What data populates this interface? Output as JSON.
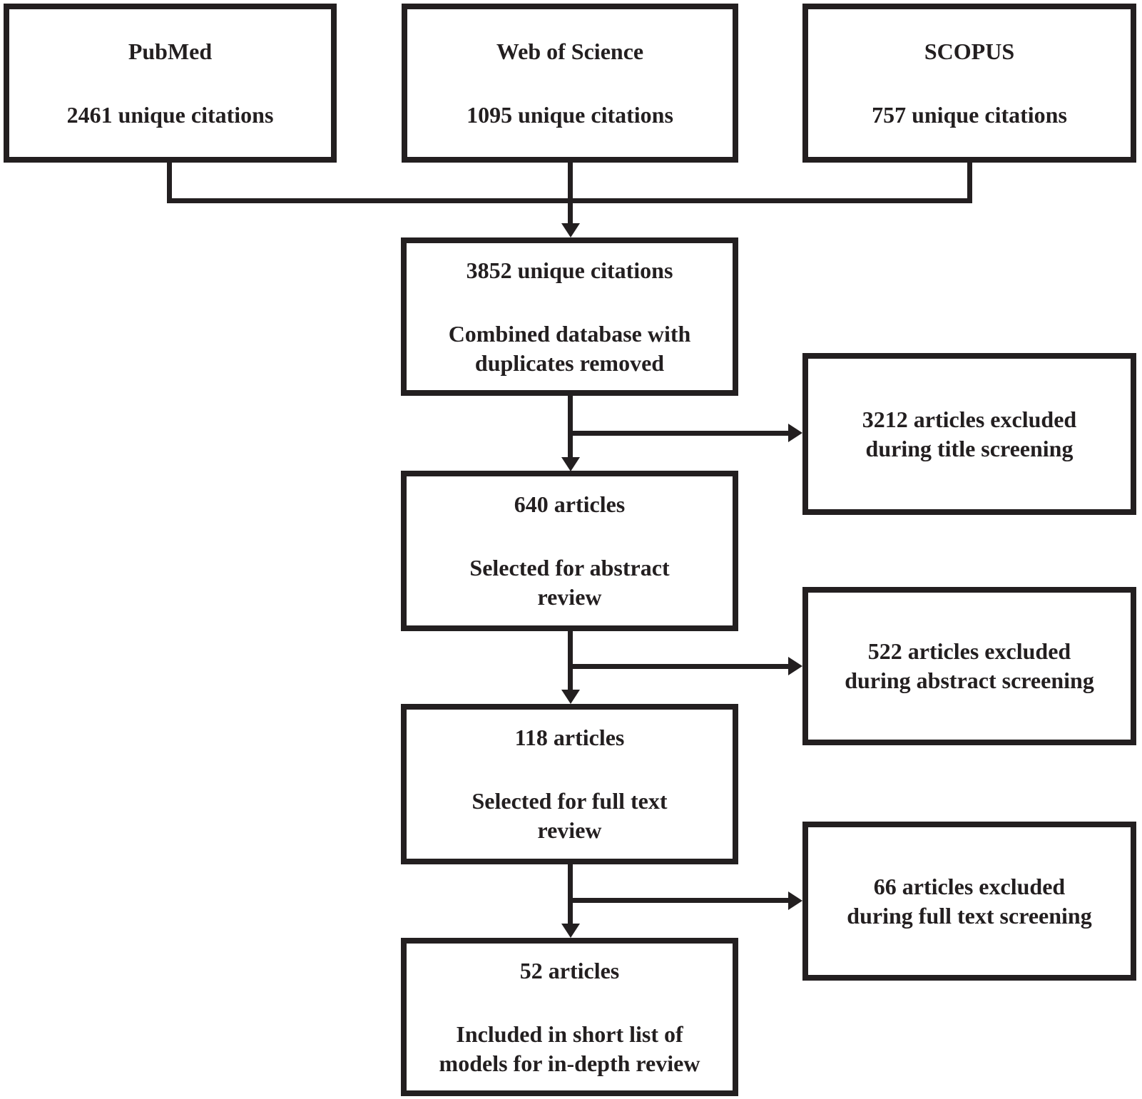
{
  "diagram": {
    "type": "prisma-style-flowchart",
    "colors": {
      "ink": "#231f20",
      "background": "#ffffff"
    },
    "sources": [
      {
        "name": "PubMed",
        "citations": "2461 unique citations"
      },
      {
        "name": "Web of Science",
        "citations": "1095 unique citations"
      },
      {
        "name": "SCOPUS",
        "citations": "757 unique citations"
      }
    ],
    "stages": [
      {
        "count": "3852 unique citations",
        "desc_lines": [
          "Combined database with",
          "duplicates removed"
        ]
      },
      {
        "count": "640 articles",
        "desc_lines": [
          "Selected for abstract",
          "review"
        ]
      },
      {
        "count": "118 articles",
        "desc_lines": [
          "Selected for full text",
          "review"
        ]
      },
      {
        "count": "52 articles",
        "desc_lines": [
          "Included in short list of",
          "models for in-depth review"
        ]
      }
    ],
    "exclusions": [
      {
        "lines": [
          "3212 articles excluded",
          "during title screening"
        ]
      },
      {
        "lines": [
          "522 articles excluded",
          "during abstract screening"
        ]
      },
      {
        "lines": [
          "66 articles excluded",
          "during full text screening"
        ]
      }
    ]
  }
}
